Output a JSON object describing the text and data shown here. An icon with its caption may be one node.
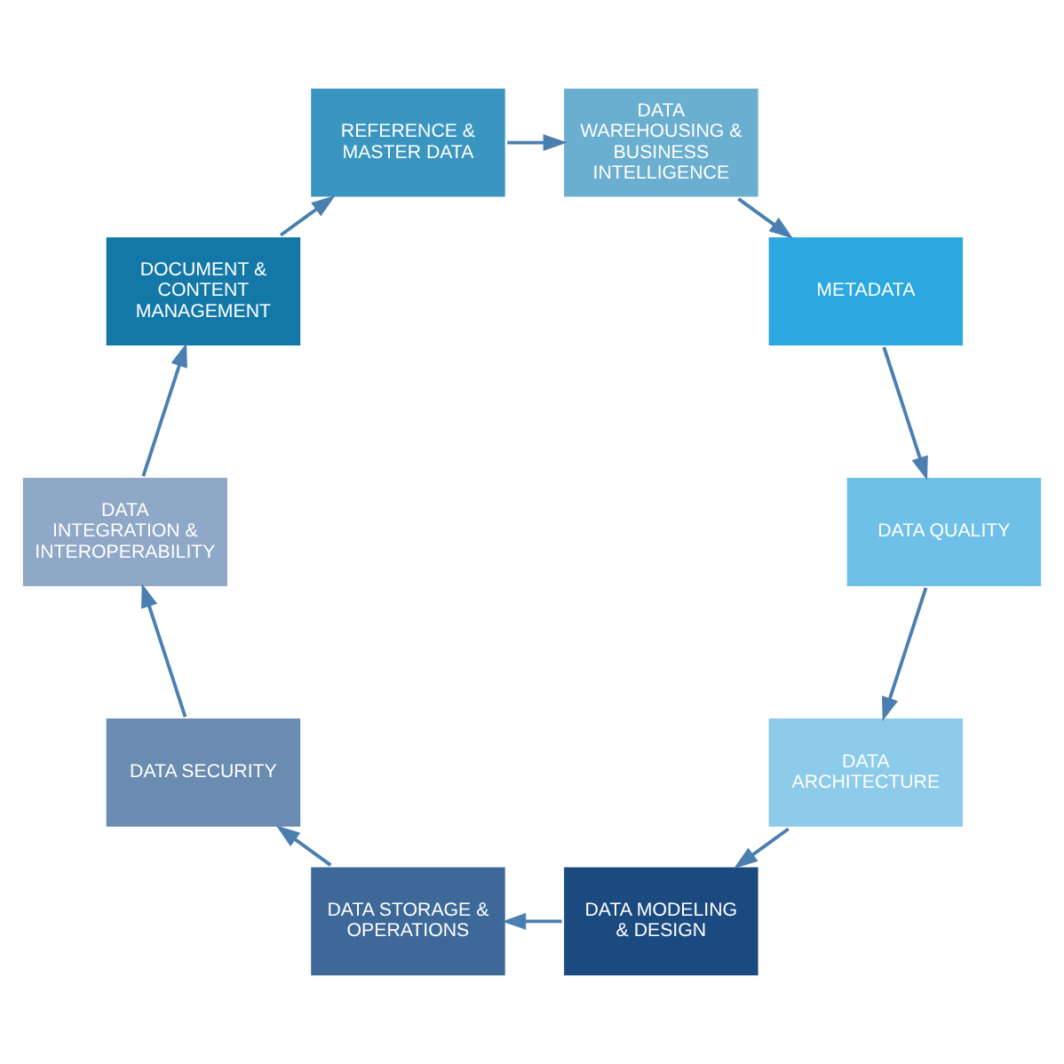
{
  "diagram": {
    "nodes": [
      {
        "text": [
          "DATA ARCHITECTURE"
        ]
      },
      {
        "text": [
          "DATA MODELING & DESIGN"
        ]
      },
      {
        "text": [
          "DATA STORAGE & OPERATIONS"
        ]
      },
      {
        "text": [
          "DATA SECURITY"
        ]
      },
      {
        "text": [
          "DATA INTEGRATION & INTEROPERABILITY"
        ]
      },
      {
        "text": [
          "DOCUMENT & CONTENT MANAGEMENT"
        ]
      },
      {
        "text": [
          "REFERENCE & MASTER DATA"
        ]
      },
      {
        "text": [
          "DATA WAREHOUSING & BUSINESS INTELLIGENCE"
        ]
      },
      {
        "text": [
          "METADATA"
        ]
      },
      {
        "text": [
          "DATA QUALITY"
        ]
      }
    ],
    "edges": [
      {
        "from": 0,
        "to": 1,
        "arrow": "to"
      },
      {
        "from": 1,
        "to": 2,
        "arrow": "to"
      },
      {
        "from": 2,
        "to": 3,
        "arrow": "to"
      },
      {
        "from": 3,
        "to": 4,
        "arrow": "to"
      },
      {
        "from": 4,
        "to": 5,
        "arrow": "to"
      },
      {
        "from": 5,
        "to": 6,
        "arrow": "to"
      },
      {
        "from": 6,
        "to": 7,
        "arrow": "to"
      },
      {
        "from": 7,
        "to": 8,
        "arrow": "to"
      },
      {
        "from": 8,
        "to": 9,
        "arrow": "to"
      },
      {
        "from": 9,
        "to": 0,
        "arrow": "to"
      }
    ]
  }
}
